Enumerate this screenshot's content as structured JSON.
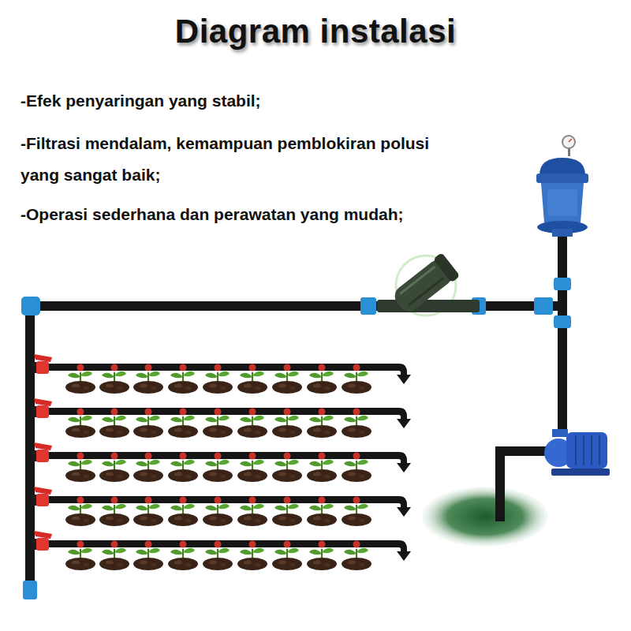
{
  "diagram": {
    "title": "Diagram instalasi",
    "labels": [
      "-Efek penyaringan yang stabil;",
      "-Filtrasi mendalam, kemampuan pemblokiran polusi yang sangat baik;",
      "-Operasi sederhana dan perawatan yang mudah;"
    ]
  }
}
